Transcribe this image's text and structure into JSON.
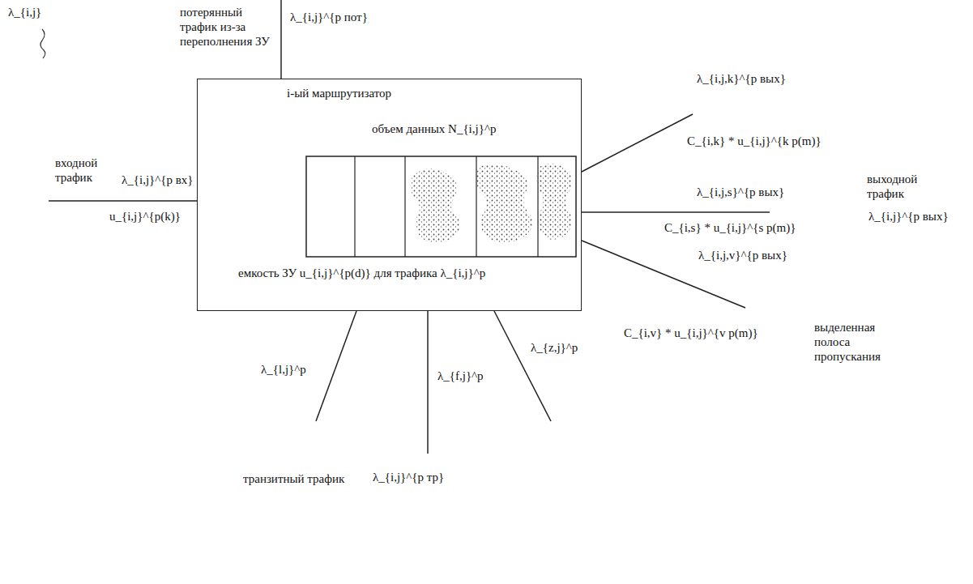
{
  "diagram": {
    "nodes": [
      {
        "text": [
          "i-ый маршрутизатор",
          "объем данных N_{i,j}^p",
          "емкость ЗУ u_{i,j}^{p(d)} для трафика λ_{i,j}^p"
        ]
      }
    ],
    "labels": [
      "λ_{i,j}",
      "потерянный трафик из-за переполнения ЗУ",
      "λ_{i,j}^{p пот}",
      "входной трафик",
      "λ_{i,j}^{p вх}",
      "u_{i,j}^{p(k)}",
      "λ_{i,j,k}^{p вых}",
      "C_{i,k} * u_{i,j}^{k p(m)}",
      "λ_{i,j,s}^{p вых}",
      "C_{i,s} * u_{i,j}^{s p(m)}",
      "выходной трафик",
      "λ_{i,j}^{p вых}",
      "λ_{i,j,v}^{p вых}",
      "C_{i,v} * u_{i,j}^{v p(m)}",
      "выделенная полоса пропускания",
      "λ_{l,j}^p",
      "λ_{f,j}^p",
      "λ_{z,j}^p",
      "транзитный трафик",
      "λ_{i,j}^{p тр}"
    ]
  }
}
